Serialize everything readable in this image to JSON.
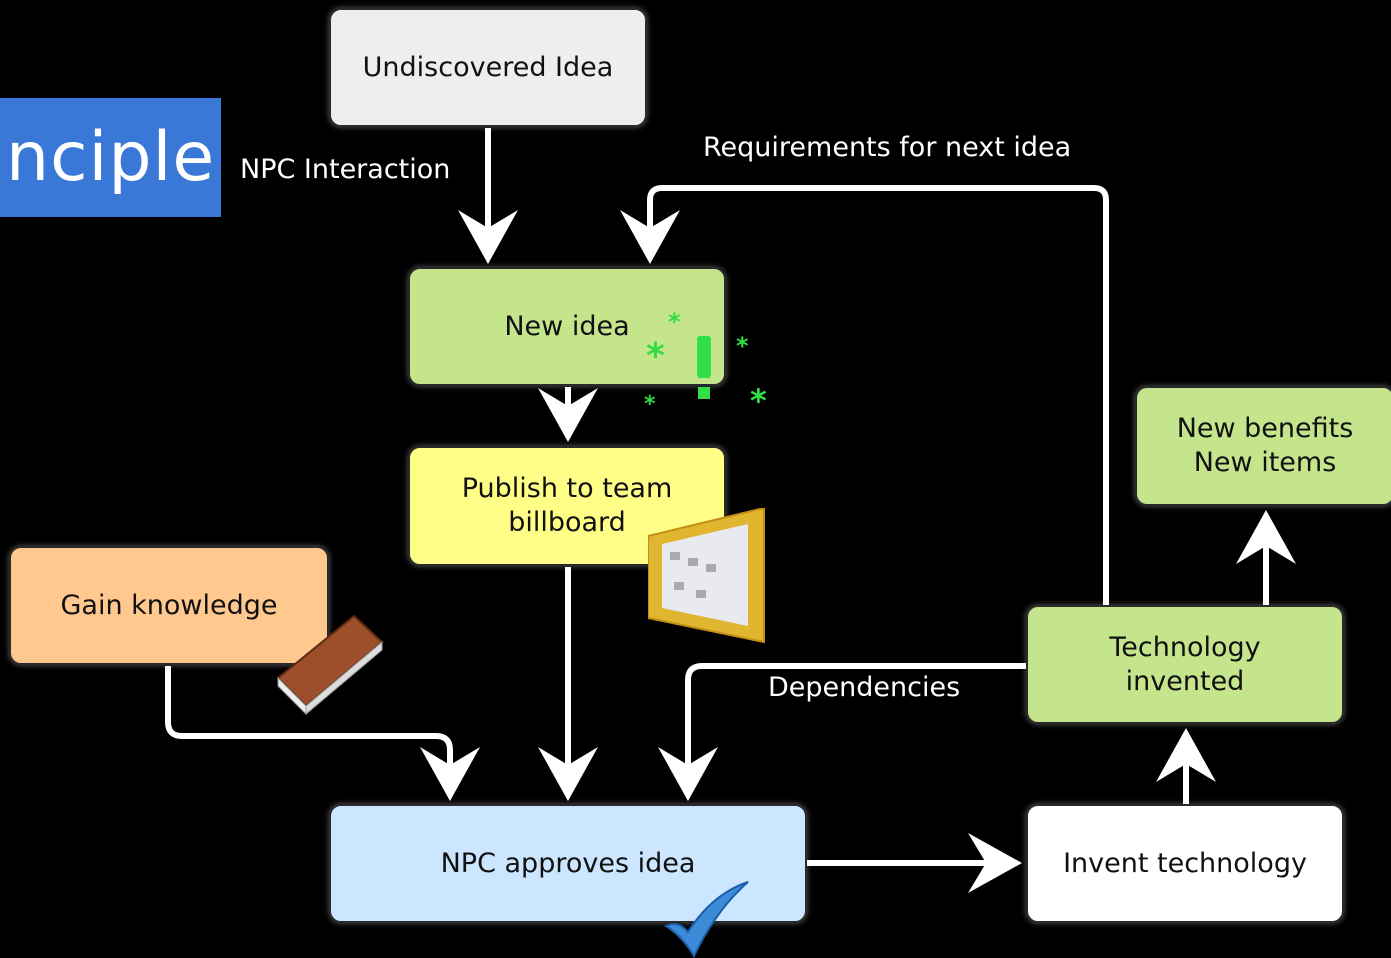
{
  "logo": {
    "text": "nciple"
  },
  "nodes": {
    "undiscovered": "Undiscovered Idea",
    "new_idea": "New idea",
    "publish": "Publish to team billboard",
    "gain_knowledge": "Gain knowledge",
    "npc_approves": "NPC approves idea",
    "invent_technology": "Invent technology",
    "technology_invented": "Technology invented",
    "new_benefits": "New benefits\nNew items"
  },
  "edge_labels": {
    "npc_interaction": "NPC Interaction",
    "requirements": "Requirements for next idea",
    "dependencies": "Dependencies"
  },
  "colors": {
    "background": "#000000",
    "undiscovered": "#eeeeee",
    "green": "#c5e58d",
    "yellow": "#ffff88",
    "orange": "#ffc88f",
    "blue": "#cde6ff",
    "white": "#ffffff",
    "logo": "#3a78d8",
    "sparkle": "#33dd44"
  },
  "icons": [
    "sparkle-icon",
    "billboard-icon",
    "book-icon",
    "checkmark-icon"
  ]
}
